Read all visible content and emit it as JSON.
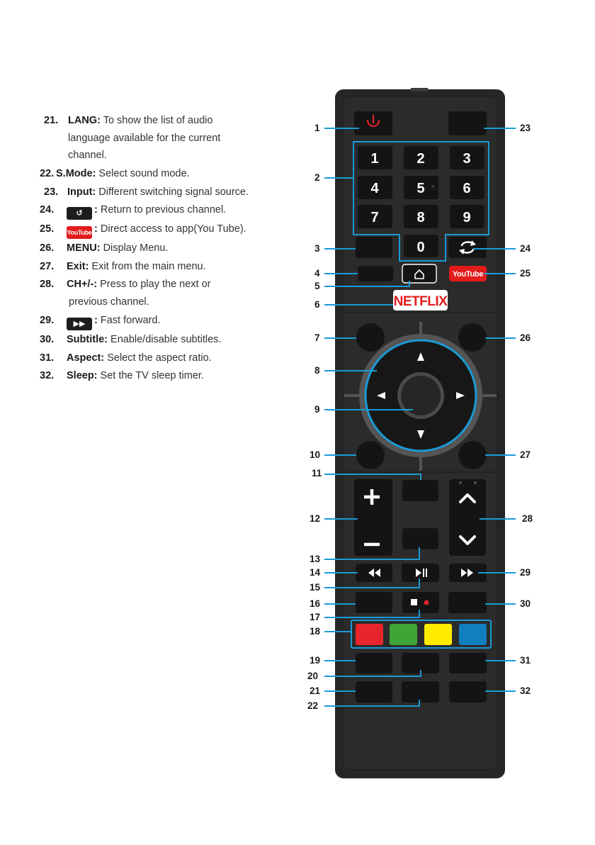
{
  "legend": [
    {
      "num": "21.",
      "label": "LANG:",
      "lines": [
        "To show the list of audio",
        "language available for the current",
        "channel."
      ]
    },
    {
      "num": "22.",
      "label": "S.Mode:",
      "lines": [
        "Select sound mode."
      ]
    },
    {
      "num": "23.",
      "label": "Input:",
      "lines": [
        "Different switching signal source."
      ]
    },
    {
      "num": "24.",
      "icon": "return-icon",
      "label": ":",
      "lines": [
        "Return to previous channel."
      ]
    },
    {
      "num": "25.",
      "icon": "youtube-icon",
      "icon_text": "YouTube",
      "label": ":",
      "lines": [
        "Direct access to app(You Tube)."
      ]
    },
    {
      "num": "26.",
      "label": "MENU:",
      "lines": [
        "Display Menu."
      ]
    },
    {
      "num": "27.",
      "label": "Exit:",
      "lines": [
        "Exit from the main menu."
      ]
    },
    {
      "num": "28.",
      "label": "CH+/-:",
      "lines": [
        "Press to play the next or",
        "previous channel."
      ]
    },
    {
      "num": "29.",
      "icon": "fast-forward-icon",
      "label": ":",
      "lines": [
        "Fast forward."
      ]
    },
    {
      "num": "30.",
      "label": "Subtitle:",
      "lines": [
        "Enable/disable subtitles."
      ]
    },
    {
      "num": "31.",
      "label": "Aspect:",
      "lines": [
        "Select the aspect ratio."
      ]
    },
    {
      "num": "32.",
      "label": "Sleep:",
      "lines": [
        "Set the TV sleep timer."
      ]
    }
  ],
  "remote": {
    "digits": [
      "1",
      "2",
      "3",
      "4",
      "5",
      "6",
      "7",
      "8",
      "9",
      "0"
    ],
    "netflix": "NETFLIX",
    "youtube": "YouTube",
    "colors": {
      "body": "#262626",
      "button": "#141414",
      "accent": "#1a9ad6",
      "power": "#e0242a",
      "red": "#e8252a",
      "green": "#3fa535",
      "yellow": "#ffeb00",
      "blue": "#0f7fbf"
    }
  },
  "callouts_left": [
    "1",
    "2",
    "3",
    "4",
    "5",
    "6",
    "7",
    "8",
    "9",
    "10",
    "11",
    "12",
    "13",
    "14",
    "15",
    "16",
    "17",
    "18",
    "19",
    "20",
    "21",
    "22"
  ],
  "callouts_right": [
    "23",
    "24",
    "25",
    "26",
    "27",
    "28",
    "29",
    "30",
    "31",
    "32"
  ]
}
